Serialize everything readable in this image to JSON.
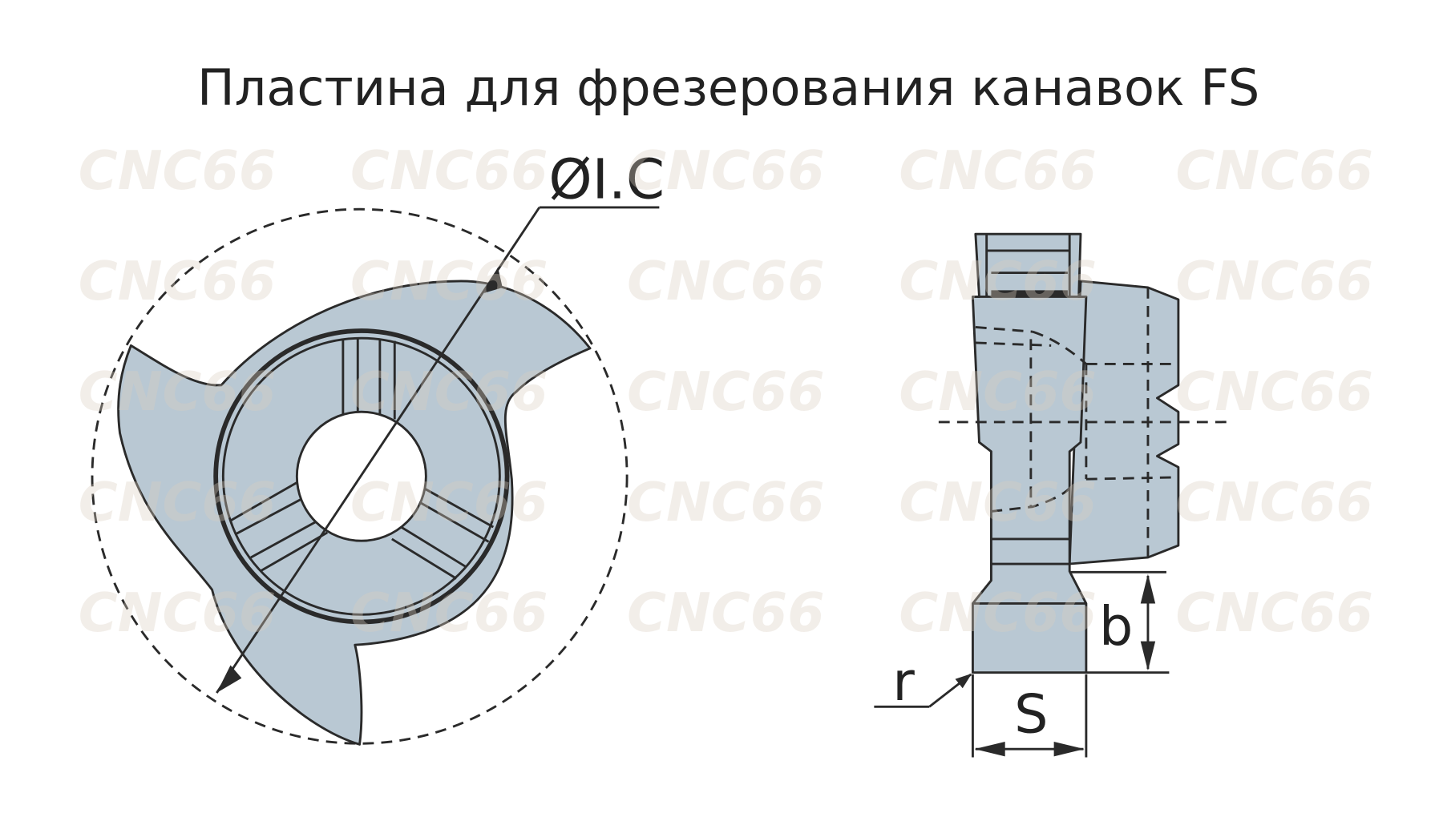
{
  "title": "Пластина для фрезерования канавок FS",
  "watermark": "CNC66",
  "labels": {
    "diameter": "ØI.C",
    "width": "S",
    "depth": "b",
    "radius": "r"
  },
  "colors": {
    "insert_fill": "#b9c8d3",
    "line": "#2a2a2a"
  }
}
